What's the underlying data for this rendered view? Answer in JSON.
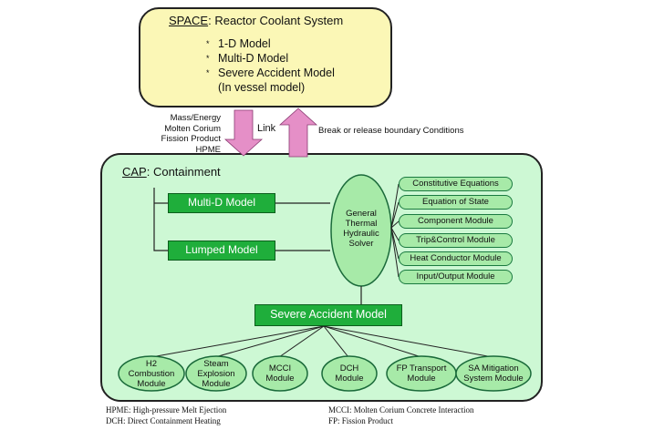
{
  "space": {
    "title_prefix": "SPACE",
    "title_rest": ": Reactor Coolant System",
    "bullet_glyph": "*",
    "bullets": [
      "1-D Model",
      "Multi-D Model",
      "Severe Accident Model",
      "(In vessel model)"
    ]
  },
  "link": {
    "left_labels": [
      "Mass/Energy",
      "Molten Corium",
      "Fission Product",
      "HPME"
    ],
    "label": "Link",
    "right_label": "Break or release boundary Conditions"
  },
  "cap": {
    "title_prefix": "CAP",
    "title_rest": ": Containment",
    "multi_d": "Multi-D Model",
    "lumped": "Lumped Model",
    "solver": [
      "General",
      "Thermal",
      "Hydraulic",
      "Solver"
    ],
    "severe": "Severe Accident Model",
    "modules_right": [
      "Constitutive Equations",
      "Equation of State",
      "Component Module",
      "Trip&Control Module",
      "Heat Conductor Module",
      "Input/Output Module"
    ],
    "modules_bottom": [
      [
        "H2",
        "Combustion",
        "Module"
      ],
      [
        "Steam",
        "Explosion",
        "Module"
      ],
      [
        "MCCI",
        "Module"
      ],
      [
        "DCH",
        "Module"
      ],
      [
        "FP Transport",
        "Module"
      ],
      [
        "SA Mitigation",
        "System Module"
      ]
    ]
  },
  "footnotes": {
    "hpme": "HPME: High-pressure Melt Ejection",
    "dch": "DCH: Direct Containment Heating",
    "mcci": "MCCI: Molten Corium Concrete Interaction",
    "fp": "FP: Fission Product"
  },
  "colors": {
    "space_fill": "#fbf7b6",
    "cap_fill": "#cdf8d4",
    "box_green": "#1fae3b",
    "pill_green": "#a7eaa8",
    "ellipse_fill": "#a7eaa8",
    "arrow_pink": "#e58fc7"
  }
}
